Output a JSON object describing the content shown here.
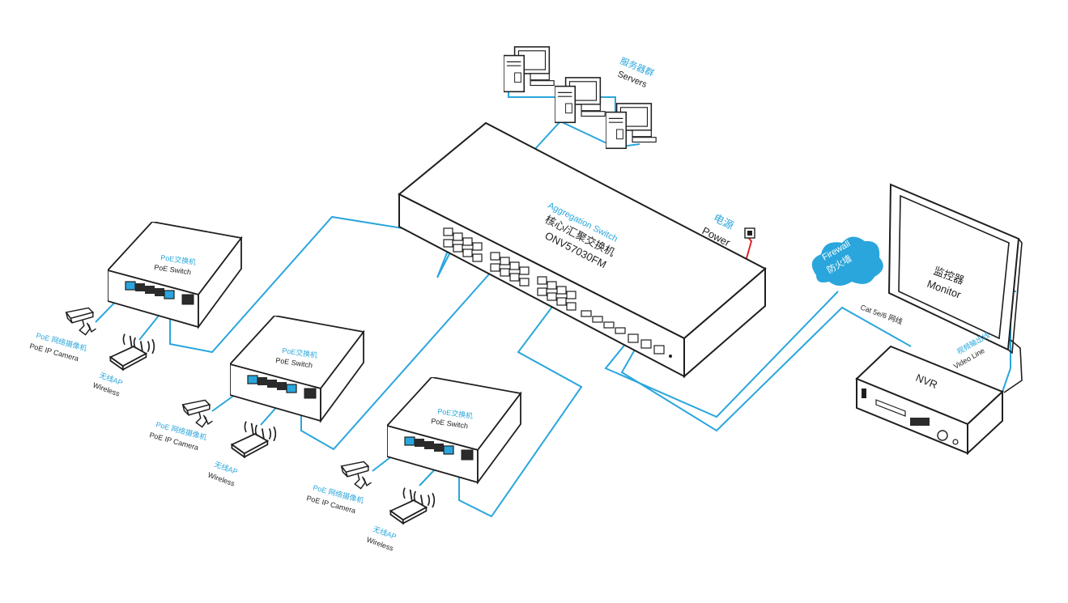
{
  "core_switch": {
    "name_en": "Aggregation Switch",
    "name_cn": "核心/汇聚交换机",
    "model": "ONV57030FM"
  },
  "power": {
    "label_cn": "电源",
    "label_en": "Power"
  },
  "servers": {
    "label_cn": "服务器群",
    "label_en": "Servers"
  },
  "firewall": {
    "label_en": "Firewall",
    "label_cn": "防火墙"
  },
  "monitor": {
    "label_cn": "监控器",
    "label_en": "Monitor"
  },
  "nvr": {
    "label": "NVR"
  },
  "cables": {
    "cat_label": "Cat 5e/6 网线",
    "video_label_cn": "视频输出线",
    "video_label_en": "Video Line"
  },
  "poe_switches": [
    {
      "label_cn": "PoE交换机",
      "label_en": "PoE Switch",
      "camera_cn": "PoE 网络摄像机",
      "camera_en": "PoE IP Camera",
      "ap_cn": "无线AP",
      "ap_en": "Wireless"
    },
    {
      "label_cn": "PoE交换机",
      "label_en": "PoE Switch",
      "camera_cn": "PoE 网络摄像机",
      "camera_en": "PoE IP Camera",
      "ap_cn": "无线AP",
      "ap_en": "Wireless"
    },
    {
      "label_cn": "PoE交换机",
      "label_en": "PoE Switch",
      "camera_cn": "PoE 网络摄像机",
      "camera_en": "PoE IP Camera",
      "ap_cn": "无线AP",
      "ap_en": "Wireless"
    }
  ],
  "colors": {
    "cable": "#2aa6dc",
    "outline": "#1f1f1f",
    "power_cable": "#e0262b"
  }
}
